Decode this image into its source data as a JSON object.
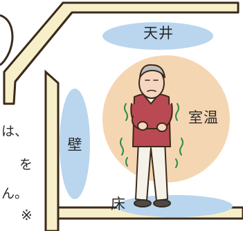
{
  "labels": {
    "ceiling": "天井",
    "room_temperature": "室温",
    "wall": "壁",
    "floor": "床"
  },
  "cropped_text": {
    "line1": "は、",
    "line2": "を",
    "line3": "ん。",
    "mark": "※"
  },
  "colors": {
    "outline": "#3a2a1a",
    "wall_fill": "#f7efc9",
    "cold_blue": "#b9d6ee",
    "warm_glow": "#f3cfa4",
    "sweater": "#b94a54"
  },
  "icons": {
    "person": "shivering-elderly-person",
    "house": "house-cross-section"
  }
}
